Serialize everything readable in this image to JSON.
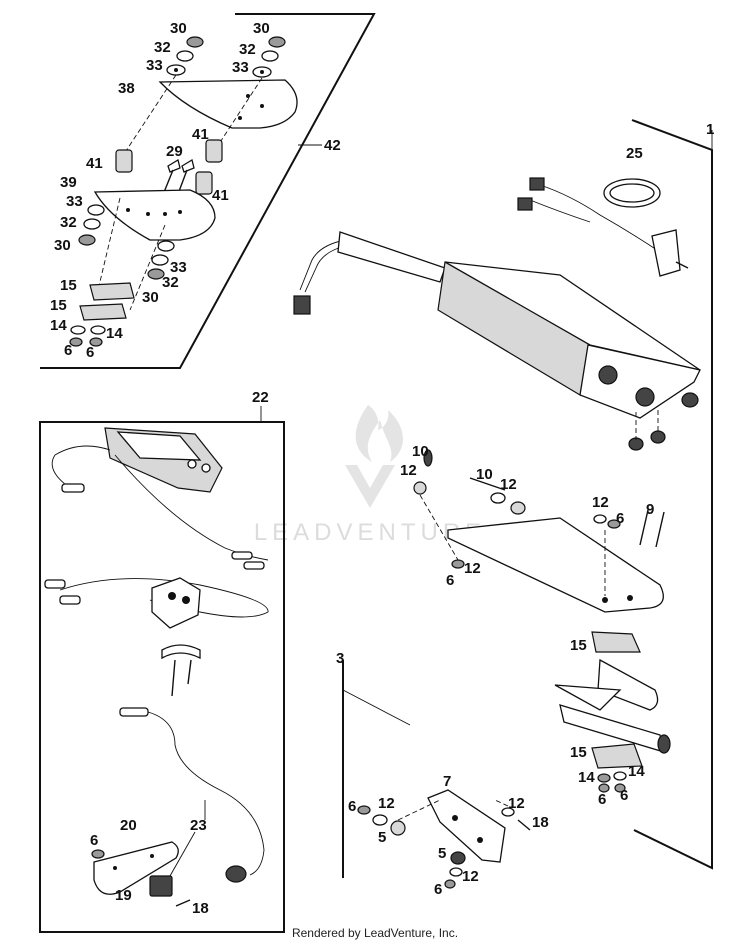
{
  "watermark": "LEADVENTURE",
  "footer": "Rendered by LeadVenture, Inc.",
  "callouts": {
    "c30a": "30",
    "c30b": "30",
    "c32a": "32",
    "c32b": "32",
    "c33a": "33",
    "c33b": "33",
    "c38": "38",
    "c42": "42",
    "c41a": "41",
    "c29": "29",
    "c41b": "41",
    "c39": "39",
    "c41c": "41",
    "c33c": "33",
    "c32c": "32",
    "c30c": "30",
    "c33d": "33",
    "c32d": "32",
    "c30d": "30",
    "c15a": "15",
    "c15b": "15",
    "c14a": "14",
    "c14b": "14",
    "c6a": "6",
    "c6b": "6",
    "c1": "1",
    "c25": "25",
    "c22": "22",
    "c10a": "10",
    "c12a": "12",
    "c10b": "10",
    "c12b": "12",
    "c12c": "12",
    "c6c": "6",
    "c9": "9",
    "c6d": "6",
    "c12d": "12",
    "c15c": "15",
    "c3": "3",
    "c15d": "15",
    "c14c": "14",
    "c14d": "14",
    "c6e": "6",
    "c6f": "6",
    "c7": "7",
    "c6g": "6",
    "c12e": "12",
    "c12f": "12",
    "c18a": "18",
    "c5a": "5",
    "c5b": "5",
    "c6h": "6",
    "c12g": "12",
    "c20": "20",
    "c23": "23",
    "c6i": "6",
    "c19": "19",
    "c18b": "18"
  }
}
